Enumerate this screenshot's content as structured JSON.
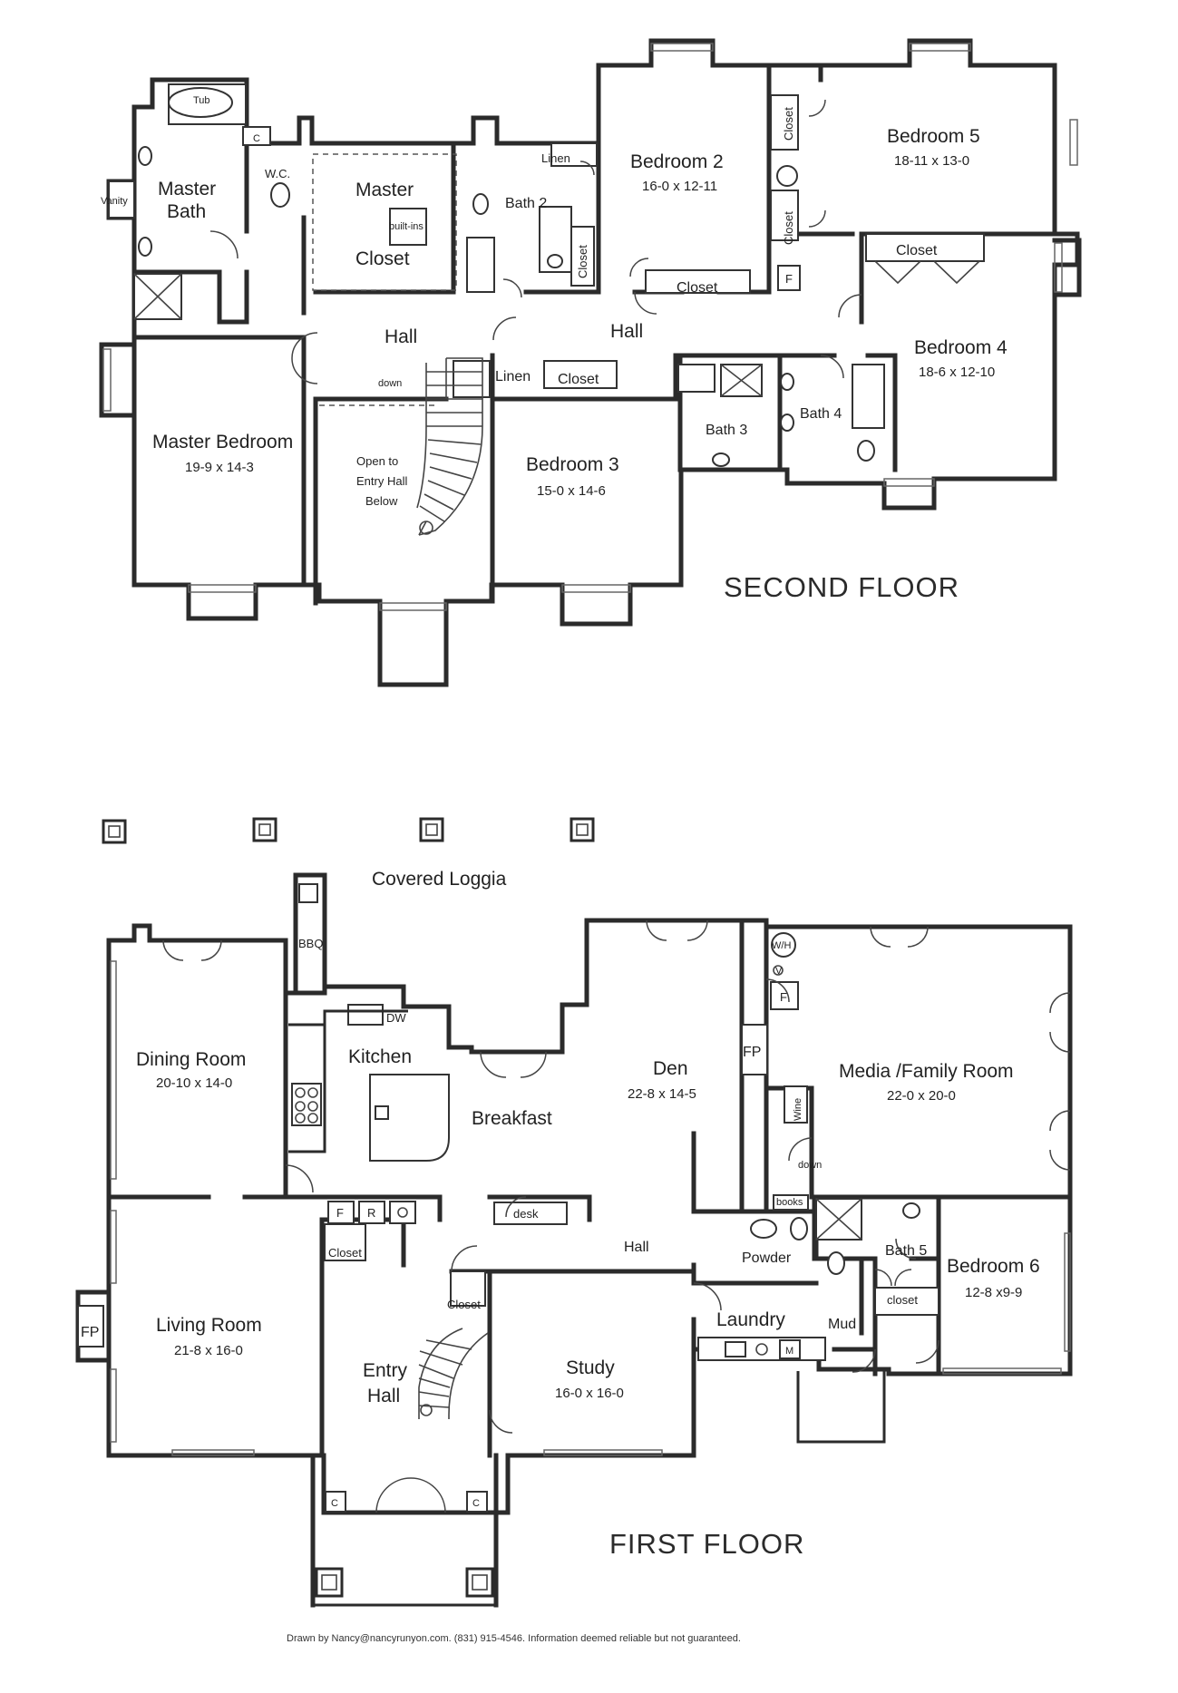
{
  "second_floor": {
    "title": "SECOND FLOOR",
    "labels": {
      "tub": "Tub",
      "c_mb": "C",
      "vanity": "Vanity",
      "master_bath_1": "Master",
      "master_bath_2": "Bath",
      "wc": "W.C.",
      "master_closet_1": "Master",
      "master_closet_2": "Closet",
      "built_ins": "built-ins",
      "bath2": "Bath 2",
      "linen_top": "Linen",
      "closet_b2_vert": "Closet",
      "closet_b2": "Closet",
      "bedroom2": "Bedroom 2",
      "bedroom2_dim": "16-0 x 12-11",
      "closet_b5_a": "Closet",
      "closet_b5_b": "Closet",
      "f_box": "F",
      "bedroom5": "Bedroom 5",
      "bedroom5_dim": "18-11 x 13-0",
      "closet_b4": "Closet",
      "bedroom4": "Bedroom 4",
      "bedroom4_dim": "18-6 x 12-10",
      "hall_1": "Hall",
      "hall_2": "Hall",
      "down": "down",
      "linen_mid": "Linen",
      "closet_b3": "Closet",
      "master_bedroom": "Master Bedroom",
      "master_bedroom_dim": "19-9 x 14-3",
      "open_1": "Open to",
      "open_2": "Entry Hall",
      "open_3": "Below",
      "bedroom3": "Bedroom 3",
      "bedroom3_dim": "15-0 x 14-6",
      "bath3": "Bath 3",
      "bath4": "Bath 4"
    }
  },
  "first_floor": {
    "title": "FIRST FLOOR",
    "labels": {
      "covered_loggia": "Covered Loggia",
      "bbq": "BBQ",
      "dining_room": "Dining Room",
      "dining_room_dim": "20-10 x 14-0",
      "kitchen": "Kitchen",
      "dw": "DW",
      "breakfast": "Breakfast",
      "f_ref": "F",
      "r_ref": "R",
      "desk": "desk",
      "den": "Den",
      "den_dim": "22-8 x 14-5",
      "wh": "W/H",
      "v_mark": "V",
      "f_box": "F",
      "fp_den": "FP",
      "wine": "Wine",
      "media": "Media /Family Room",
      "media_dim": "22-0 x 20-0",
      "down": "down",
      "books": "books",
      "closet_hall": "Closet",
      "hall": "Hall",
      "powder": "Powder",
      "bath5": "Bath 5",
      "closet_b6": "closet",
      "bedroom6": "Bedroom 6",
      "bedroom6_dim": "12-8 x9-9",
      "fp_living": "FP",
      "living_room": "Living Room",
      "living_room_dim": "21-8 x 16-0",
      "closet_entry": "Closet",
      "entry_1": "Entry",
      "entry_2": "Hall",
      "study": "Study",
      "study_dim": "16-0 x 16-0",
      "laundry": "Laundry",
      "mud": "Mud",
      "m_box": "M",
      "c_left": "C",
      "c_right": "C"
    }
  },
  "footer": "Drawn by Nancy@nancyrunyon.com. (831) 915-4546.  Information deemed reliable but not guaranteed."
}
